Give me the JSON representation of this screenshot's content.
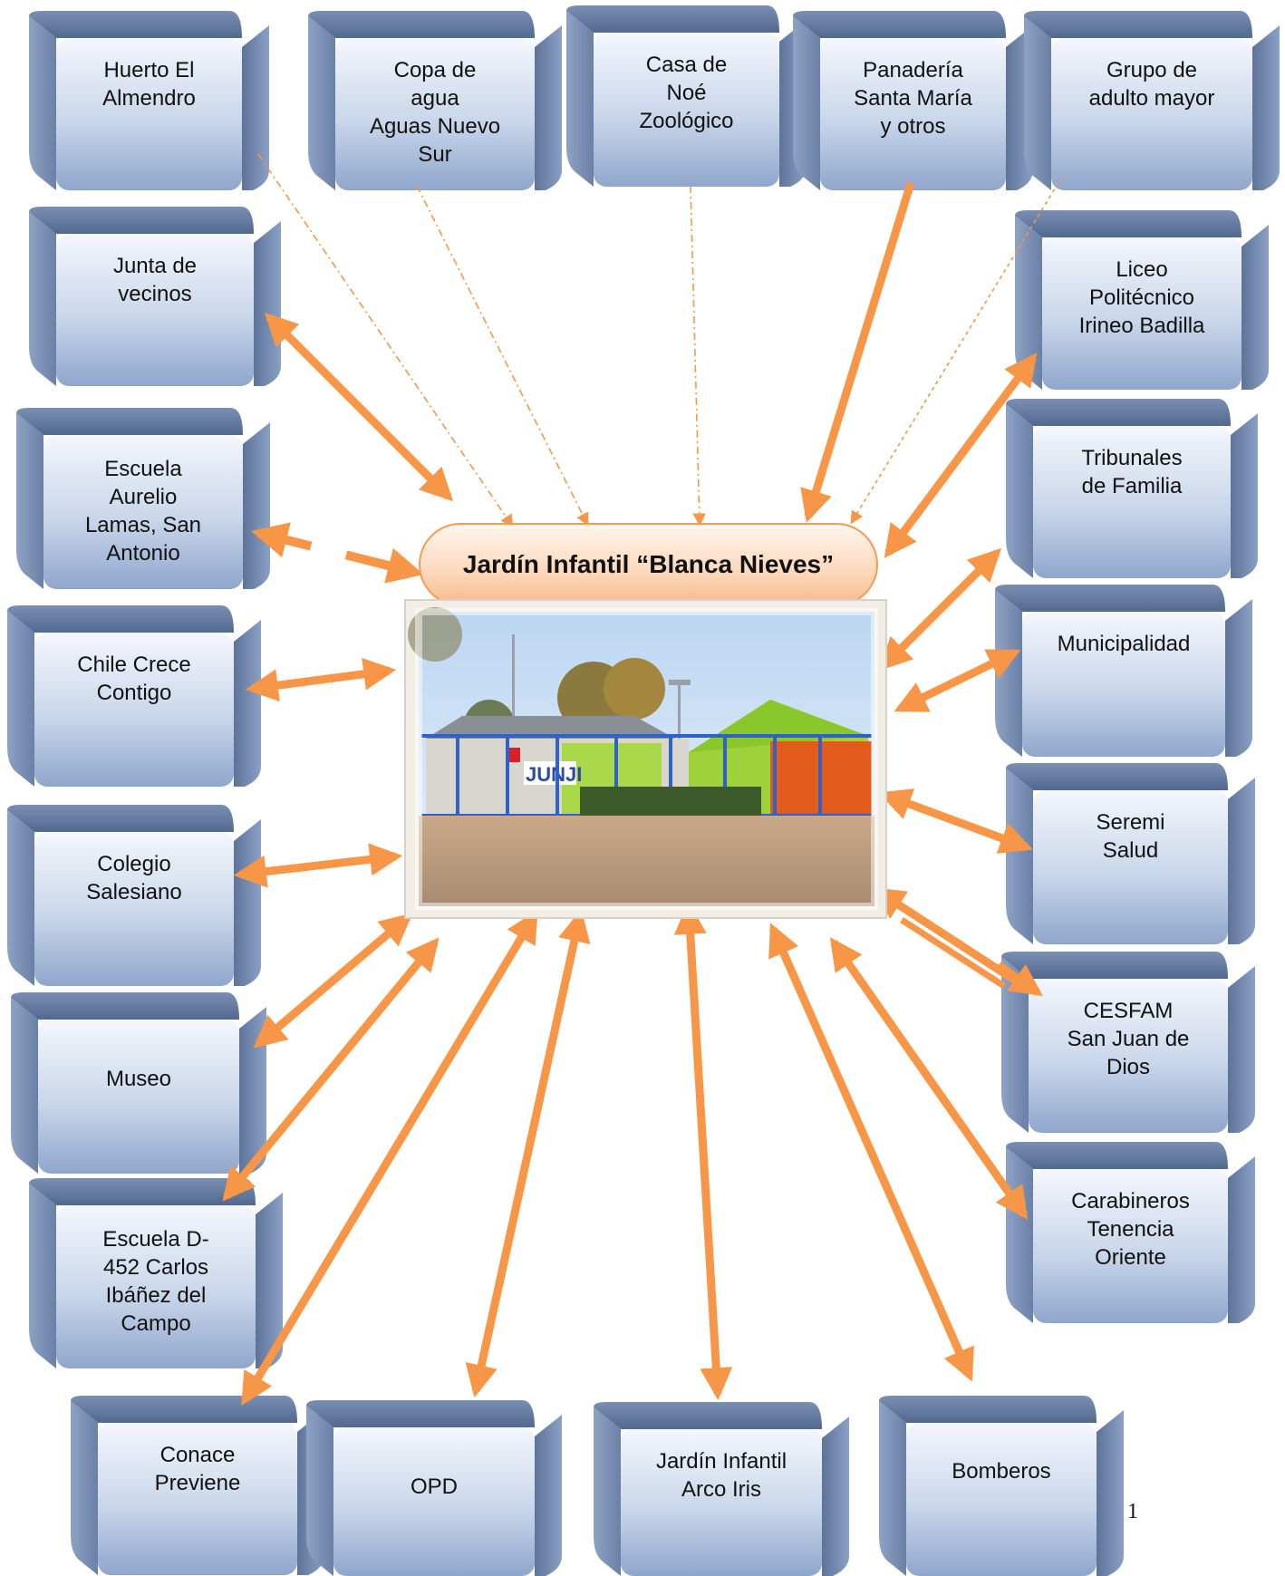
{
  "center": {
    "title": "Jardín Infantil “Blanca Nieves”",
    "photo_sign": "JUNJI"
  },
  "nodes": [
    {
      "id": "huerto-el-almendro",
      "label": "Huerto El\nAlmendro"
    },
    {
      "id": "copa-de-agua",
      "label": "Copa de\nagua\nAguas Nuevo\nSur"
    },
    {
      "id": "casa-de-noe",
      "label": "Casa de\nNoé\nZoológico"
    },
    {
      "id": "panaderia",
      "label": "Panadería\nSanta María\ny otros"
    },
    {
      "id": "grupo-adulto-mayor",
      "label": "Grupo de\nadulto mayor"
    },
    {
      "id": "junta-de-vecinos",
      "label": "Junta de\nvecinos"
    },
    {
      "id": "liceo-politecnico",
      "label": "Liceo\nPolitécnico\nIrineo Badilla"
    },
    {
      "id": "escuela-aurelio-lamas",
      "label": "Escuela\nAurelio\nLamas, San\nAntonio"
    },
    {
      "id": "tribunales-de-familia",
      "label": "Tribunales\nde Familia"
    },
    {
      "id": "chile-crece-contigo",
      "label": "Chile Crece\nContigo"
    },
    {
      "id": "municipalidad",
      "label": "Municipalidad"
    },
    {
      "id": "colegio-salesiano",
      "label": "Colegio\nSalesiano"
    },
    {
      "id": "seremi-salud",
      "label": "Seremi\nSalud"
    },
    {
      "id": "cesfam",
      "label": "CESFAM\nSan Juan de\nDios"
    },
    {
      "id": "museo",
      "label": "Museo"
    },
    {
      "id": "escuela-d452",
      "label": "Escuela D-\n452 Carlos\nIbáñez del\nCampo"
    },
    {
      "id": "carabineros",
      "label": "Carabineros\nTenencia\nOriente"
    },
    {
      "id": "conace-previene",
      "label": "Conace\nPreviene"
    },
    {
      "id": "opd",
      "label": "OPD"
    },
    {
      "id": "jardin-arco-iris",
      "label": "Jardín Infantil\nArco Iris"
    },
    {
      "id": "bomberos",
      "label": "Bomberos"
    }
  ],
  "page_number": "1",
  "colors": {
    "arrow": "#F79646",
    "box_front_light": "#eef3fa",
    "box_front_dark": "#9fb4d6",
    "box_side": "#6f86ad",
    "center_fill": "#fbd3b3",
    "center_border": "#f29a57"
  }
}
